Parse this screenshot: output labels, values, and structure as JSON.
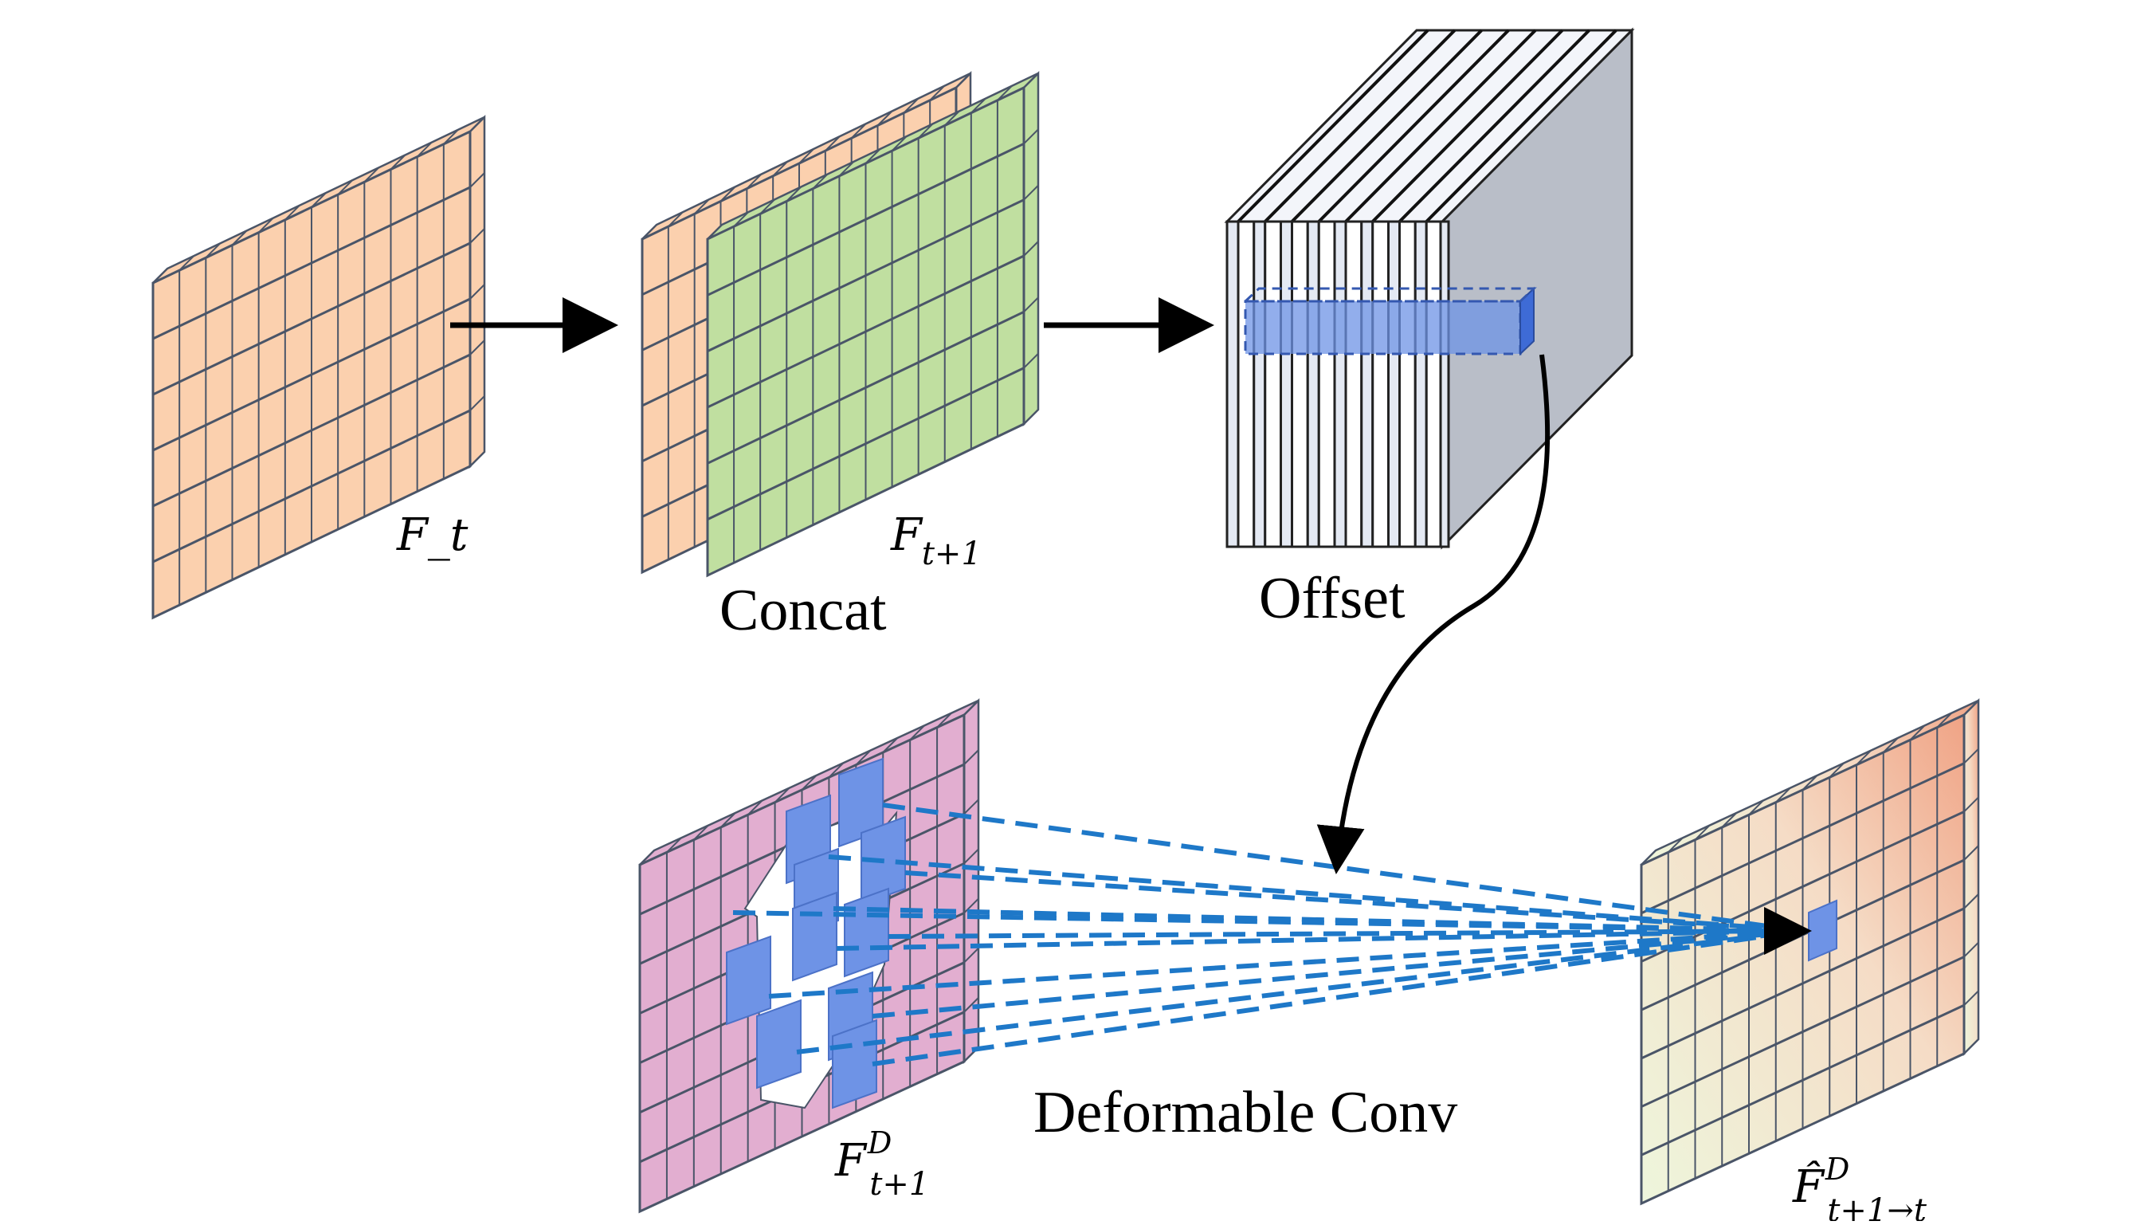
{
  "labels": {
    "f_t": "F_t",
    "f_t1_base": "F",
    "f_t1_sub": "t+1",
    "concat": "Concat",
    "offset": "Offset",
    "fd_base": "F",
    "fd_sup": "D",
    "fd_sub": "t+1",
    "deformable_conv": "Deformable Conv",
    "fhat_base": "F̂",
    "fhat_sup": "D",
    "fhat_sub": "t+1→t"
  },
  "colors": {
    "orange_grid": "#FBD0AE",
    "green_grid": "#C0DFA0",
    "pink_grid": "#E2AED0",
    "yellow_green_grid": "#EEF2CF",
    "salmon_grid": "#F0AB8E",
    "grid_line": "#4A5568",
    "offset_slab": "#E4E9F3",
    "offset_side": "#B9BEC8",
    "highlight": "#6E93E6",
    "dashed_line": "#1E78C8",
    "arrow": "#000000"
  }
}
